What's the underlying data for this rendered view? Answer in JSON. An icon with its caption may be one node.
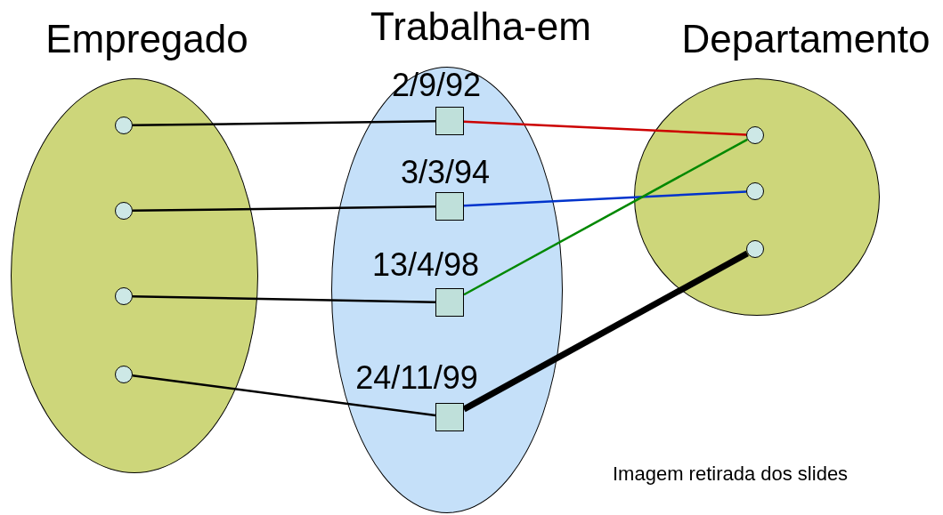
{
  "diagram": {
    "nodes": [
      {
        "text": [
          "Empregado"
        ]
      },
      {
        "text": [],
        "shape": "circle",
        "in": 0
      },
      {
        "text": [],
        "shape": "circle",
        "in": 0
      },
      {
        "text": [],
        "shape": "circle",
        "in": 0
      },
      {
        "text": [],
        "shape": "circle",
        "in": 0
      },
      {
        "text": [
          "Trabalha-em"
        ]
      },
      {
        "text": [
          "2/9/92"
        ],
        "in": 5
      },
      {
        "text": [
          "3/3/94"
        ],
        "in": 5
      },
      {
        "text": [
          "13/4/98"
        ],
        "in": 5
      },
      {
        "text": [
          "24/11/99"
        ],
        "in": 5
      },
      {
        "text": [
          "Departamento"
        ]
      },
      {
        "text": [],
        "shape": "circle",
        "in": 10
      },
      {
        "text": [],
        "shape": "circle",
        "in": 10
      },
      {
        "text": [],
        "shape": "circle",
        "in": 10
      }
    ],
    "edges": [
      {
        "from": 1,
        "to": 6,
        "arrow": "none"
      },
      {
        "from": 2,
        "to": 7,
        "arrow": "none"
      },
      {
        "from": 3,
        "to": 8,
        "arrow": "none"
      },
      {
        "from": 4,
        "to": 9,
        "arrow": "none"
      },
      {
        "from": 6,
        "to": 11,
        "arrow": "none",
        "color": "#cc0000"
      },
      {
        "from": 7,
        "to": 12,
        "arrow": "none",
        "color": "#0033cc"
      },
      {
        "from": 8,
        "to": 11,
        "arrow": "none",
        "color": "#008800"
      },
      {
        "from": 9,
        "to": 13,
        "arrow": "none",
        "style": "thick"
      }
    ],
    "labels": [
      "Imagem retirada dos slides"
    ]
  }
}
